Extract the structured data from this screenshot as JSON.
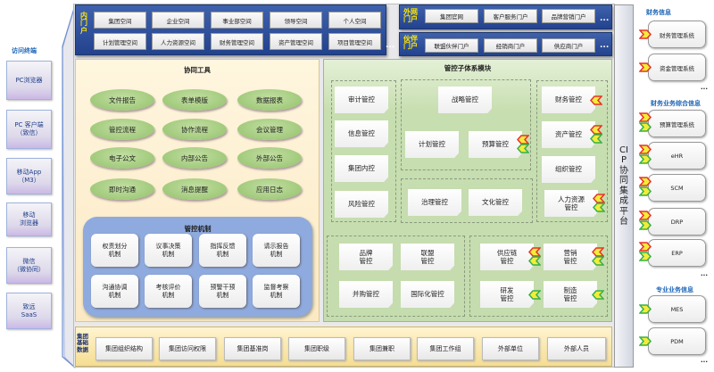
{
  "access_terminals": {
    "title": "访问终端",
    "items": [
      "PC浏览器",
      "PC 客户端\n（致信）",
      "移动App\n（M3）",
      "移动\n浏览器",
      "微信\n（微协同）",
      "致远\nSaaS"
    ]
  },
  "inner_portal": {
    "label": "内\n门\n户",
    "items": [
      "集团空间",
      "企业空间",
      "事业部空间",
      "领导空间",
      "个人空间",
      "计划管理空间",
      "人力资源空间",
      "财务管理空间",
      "资产管理空间",
      "项目管理空间"
    ],
    "more": "..."
  },
  "external_portal": {
    "label": "外网\n门户",
    "items": [
      "集团官网",
      "客户服务门户",
      "品牌营销门户"
    ],
    "more": "..."
  },
  "partner_portal": {
    "label": "伙伴\n门户",
    "items": [
      "联盟伙伴门户",
      "经销商门户",
      "供应商门户"
    ],
    "more": "..."
  },
  "collab_tools": {
    "title": "协同工具",
    "items": [
      "文件报告",
      "表单模版",
      "数据报表",
      "管控流程",
      "协作流程",
      "会议管理",
      "电子公文",
      "内部公告",
      "外部公告",
      "即时沟通",
      "消息提醒",
      "应用日志"
    ]
  },
  "mechanisms": {
    "title": "管控机制",
    "items": [
      "权责划分\n机制",
      "议事决策\n机制",
      "指挥反馈\n机制",
      "请示报告\n机制",
      "沟通协调\n机制",
      "考核评价\n机制",
      "预警干预\n机制",
      "监督考察\n机制"
    ]
  },
  "control_modules": {
    "title": "管控子体系模块",
    "items": [
      "审计管控",
      "信息管控",
      "集团内控",
      "风险管控",
      "战略管控",
      "计划管控",
      "预算管控",
      "治理管控",
      "文化管控",
      "财务管控",
      "资产管控",
      "组织管控",
      "人力资源\n管控",
      "品牌\n管控",
      "联盟\n管控",
      "并购管控",
      "国际化管控",
      "供应链\n管控",
      "营销\n管控",
      "研发\n管控",
      "制造\n管控"
    ]
  },
  "cip_platform": {
    "label": "CIP协同集成平台"
  },
  "base_data": {
    "label": "集团\n基础\n数据",
    "items": [
      "集团组织结构",
      "集团访问权限",
      "集团基准岗",
      "集团职级",
      "集团兼职",
      "集团工作组",
      "外部单位",
      "外部人员"
    ]
  },
  "right_systems": {
    "finance_info": {
      "title": "财务信息",
      "items": [
        "财务管理系统",
        "资金管理系统"
      ],
      "more": "..."
    },
    "biz_info": {
      "title": "财务业务综合信息",
      "items": [
        "预算管理系统",
        "eHR",
        "SCM",
        "DRP",
        "ERP"
      ],
      "more": "..."
    },
    "pro_info": {
      "title": "专业业务信息",
      "items": [
        "MES",
        "PDM"
      ],
      "more": "..."
    }
  },
  "colors": {
    "marker_red": "#e8322a",
    "marker_green": "#36b04a",
    "marker_fill": "#f2ec3a",
    "portal_blue": "#2f4f9a",
    "label_yellow": "#ffe600"
  }
}
